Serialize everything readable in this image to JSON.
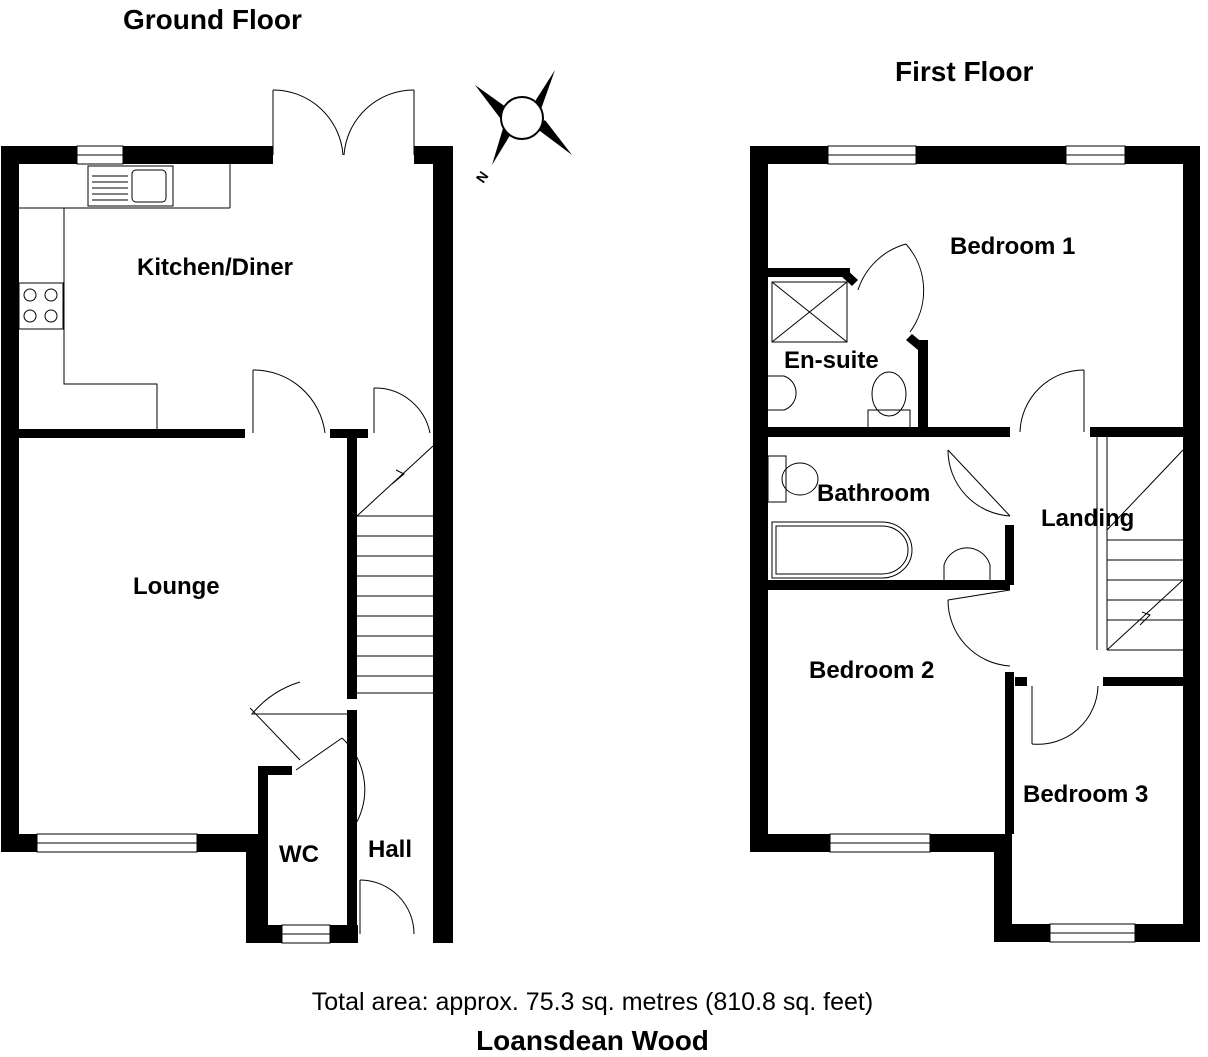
{
  "plan": {
    "ground_floor": {
      "title": "Ground Floor",
      "rooms": {
        "kitchen": "Kitchen/Diner",
        "lounge": "Lounge",
        "wc": "WC",
        "hall": "Hall"
      }
    },
    "first_floor": {
      "title": "First Floor",
      "rooms": {
        "bedroom1": "Bedroom 1",
        "ensuite": "En-suite",
        "bathroom": "Bathroom",
        "landing": "Landing",
        "bedroom2": "Bedroom 2",
        "bedroom3": "Bedroom 3"
      }
    },
    "compass": {
      "label": "N"
    },
    "footer": {
      "total_area": "Total area: approx. 75.3 sq. metres (810.8 sq. feet)",
      "property_name": "Loansdean Wood"
    },
    "colors": {
      "wall": "#000000",
      "fixture": "#555555",
      "background": "#ffffff"
    }
  }
}
